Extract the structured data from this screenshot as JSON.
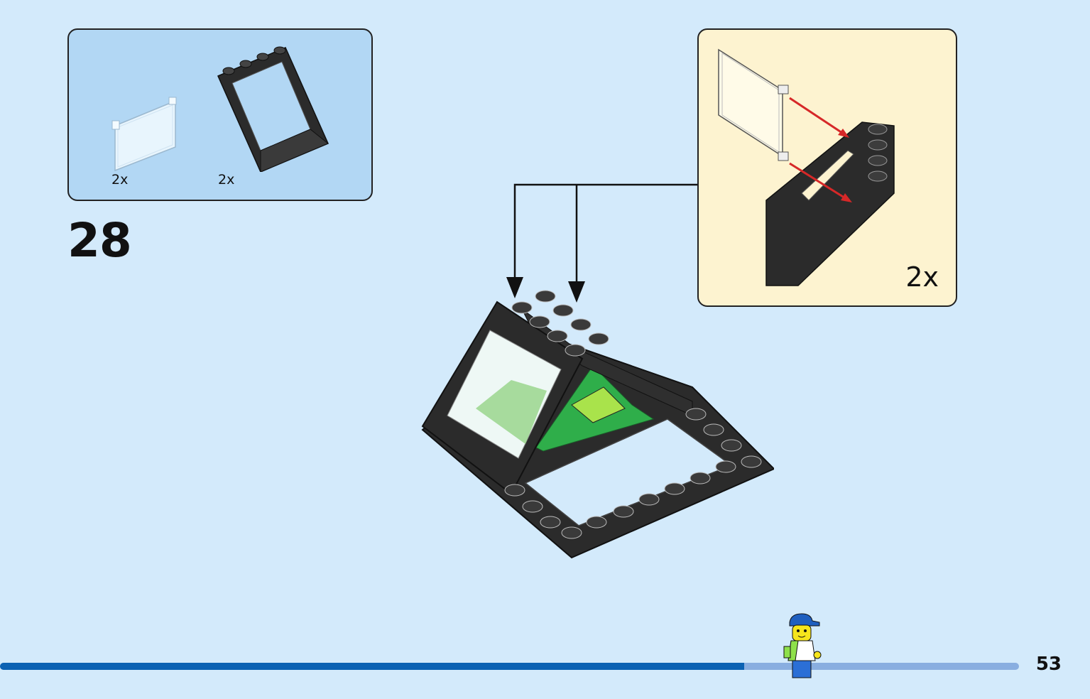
{
  "parts_list": {
    "items": [
      {
        "icon": "window-glass-icon",
        "quantity": "2x"
      },
      {
        "icon": "window-frame-icon",
        "quantity": "2x"
      }
    ]
  },
  "step": {
    "number": "28"
  },
  "subassembly": {
    "quantity": "2x"
  },
  "page": {
    "number": "53",
    "progress": 0.73
  },
  "colors": {
    "background": "#d3eafb",
    "parts_box": "#b2d7f4",
    "subassembly_box": "#fdf3d0",
    "progress_fill": "#0b62b3",
    "progress_track": "#89aee0",
    "arrow_red": "#d62828",
    "brick_black": "#2b2b2b",
    "plant_green": "#2fae4a"
  }
}
